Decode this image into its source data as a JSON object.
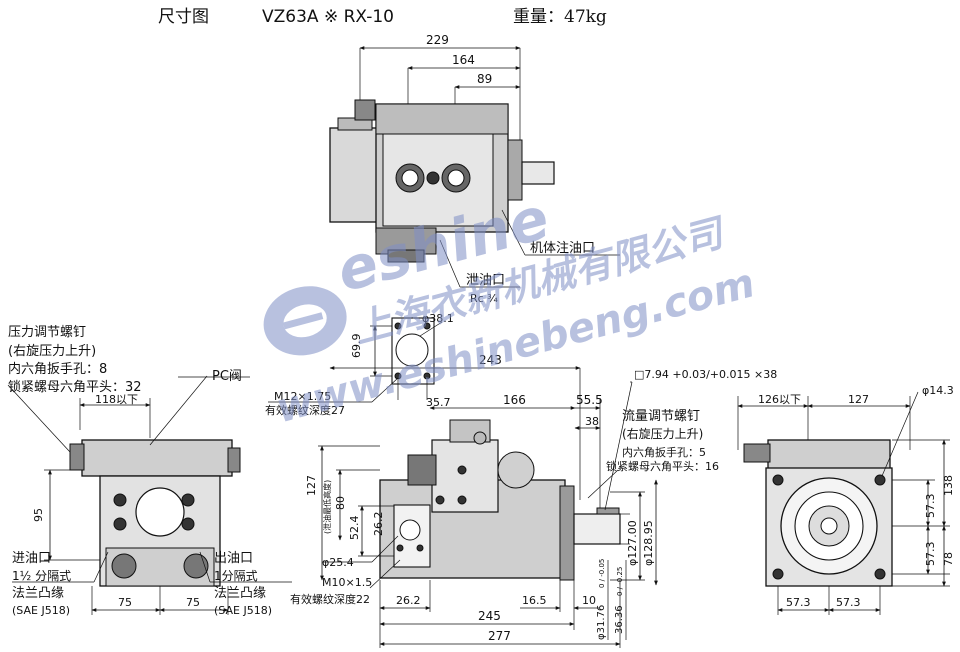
{
  "header": {
    "title": "尺寸图",
    "model": "VZ63A ※ RX-10",
    "weight": "重量：47kg"
  },
  "top_view": {
    "dim_229": "229",
    "dim_164": "164",
    "dim_89": "89",
    "machine_oil_port": "机体注油口",
    "drain_port": "泄油口",
    "drain_thread": "Rc ¾"
  },
  "left_view": {
    "pressure_screw_title": "压力调节螺钉",
    "pressure_screw_note": "(右旋压力上升)",
    "pressure_hex": "内六角扳手孔：8",
    "pressure_locknut": "锁紧螺母六角平头：32",
    "pc_valve": "PC阀",
    "dim_118": "118以下",
    "dim_95": "95",
    "inlet_title": "进油口",
    "inlet_size": "1½ 分隔式",
    "inlet_flange": "法兰凸缘",
    "inlet_sae": "(SAE J518)",
    "outlet_title": "出油口",
    "outlet_size": "1分隔式",
    "outlet_flange": "法兰凸缘",
    "outlet_sae": "(SAE J518)",
    "dim_75a": "75",
    "dim_75b": "75"
  },
  "center_view": {
    "dim_38_1": "φ38.1",
    "dim_69_9": "69.9",
    "dim_35_7": "35.7",
    "m12": "M12×1.75",
    "m12_depth": "有效螺纹深度27",
    "dim_243": "243",
    "dim_166": "166",
    "dim_55_5": "55.5",
    "dim_38": "38",
    "dim_127v": "127",
    "dim_127v_note": "(泄油最低高度)",
    "dim_80": "80",
    "dim_52_4": "52.4",
    "dim_26_2a": "26.2",
    "dim_25_4": "φ25.4",
    "m10": "M10×1.5",
    "m10_depth": "有效螺纹深度22",
    "dim_26_2b": "26.2",
    "dim_16_5": "16.5",
    "dim_10": "10",
    "dim_245": "245",
    "dim_277": "277",
    "dim_127_00": "φ127.00",
    "dim_128_95": "φ128.95",
    "dim_31_76": "φ31.76",
    "dim_31_76_tol": "0 / -0.05",
    "dim_36_36": "36.36",
    "dim_36_36_tol": "0 / -0.25",
    "key": "□7.94 +0.03/+0.015 ×38",
    "flow_screw_title": "流量调节螺钉",
    "flow_screw_note": "(右旋压力上升)",
    "flow_hex": "内六角扳手孔：5",
    "flow_locknut": "锁紧螺母六角平头：16"
  },
  "right_view": {
    "dim_126": "126以下",
    "dim_127": "127",
    "dim_14_3": "φ14.3",
    "dim_138": "138",
    "dim_57_3a": "57.3",
    "dim_57_3b": "57.3",
    "dim_78": "78",
    "dim_57_3c": "57.3",
    "dim_57_3d": "57.3"
  },
  "watermark": {
    "brand": "eshine",
    "company": "上海衣新机械有限公司",
    "url": "www.eshinebeng.com"
  }
}
